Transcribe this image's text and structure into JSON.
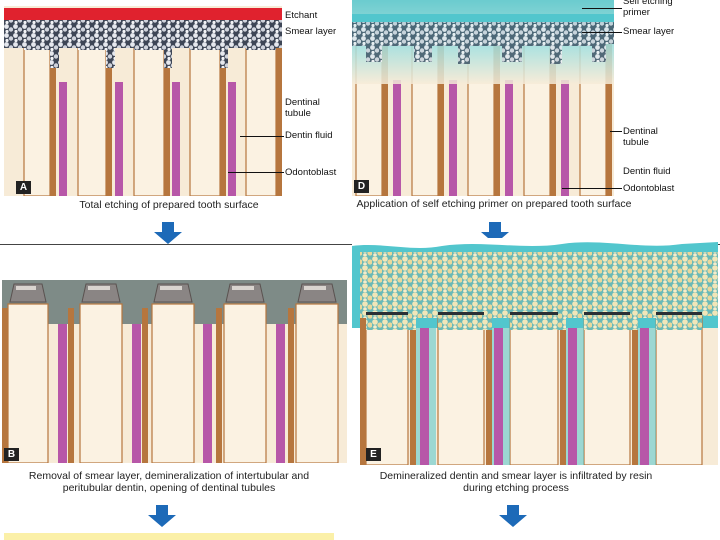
{
  "colors": {
    "dentin": "#f7ebd7",
    "tubule_wall": "#b6763e",
    "fluid": "#b757a8",
    "etchant": "#e0222e",
    "primer": "#52c6cd",
    "smear": "#c2c7d0",
    "resin": "#eedfa7",
    "arrow": "#1d6ab8"
  },
  "panels": {
    "A": {
      "badge": "A",
      "caption": "Total etching of prepared tooth surface",
      "labels": {
        "etchant": "Etchant",
        "smear": "Smear layer",
        "tubule": "Dentinal\ntubule",
        "fluid": "Dentin fluid",
        "odontoblast": "Odontoblast"
      }
    },
    "D": {
      "badge": "D",
      "caption": "Application of self etching primer on prepared tooth surface",
      "labels": {
        "primer": "Self etching\nprimer",
        "smear": "Smear layer",
        "tubule": "Dentinal\ntubule",
        "fluid": "Dentin fluid",
        "odontoblast": "Odontoblast"
      }
    },
    "B": {
      "badge": "B",
      "caption": "Removal of smear layer, demineralization of intertubular and\nperitubular dentin, opening of dentinal tubules"
    },
    "E": {
      "badge": "E",
      "caption": "Demineralized dentin and smear layer is infiltrated by resin\nduring etching process"
    }
  }
}
